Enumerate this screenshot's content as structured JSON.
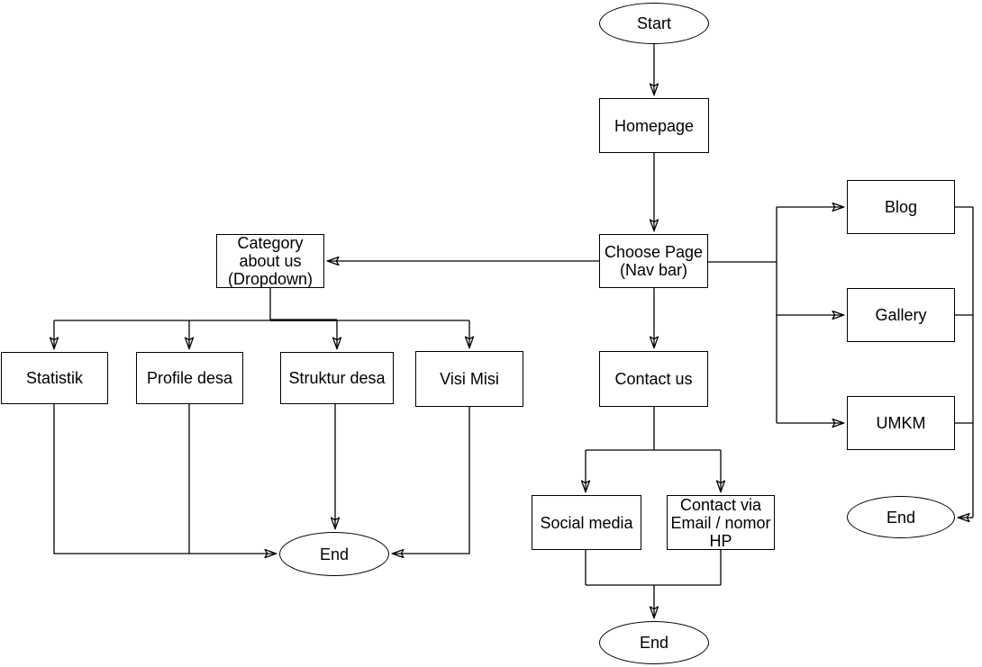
{
  "canvas": {
    "background_color": "#ffffff",
    "stroke_color": "#000000",
    "text_color": "#000000"
  },
  "nodes": {
    "start": {
      "label": "Start",
      "shape": "ellipse"
    },
    "homepage": {
      "label": "Homepage",
      "shape": "rect"
    },
    "choose_page": {
      "label": "Choose Page\n(Nav bar)",
      "shape": "rect"
    },
    "category_about_us": {
      "label": "Category\nabout us\n(Dropdown)",
      "shape": "rect"
    },
    "statistik": {
      "label": "Statistik",
      "shape": "rect"
    },
    "profile_desa": {
      "label": "Profile desa",
      "shape": "rect"
    },
    "struktur_desa": {
      "label": "Struktur desa",
      "shape": "rect"
    },
    "visi_misi": {
      "label": "Visi Misi",
      "shape": "rect"
    },
    "end_left": {
      "label": "End",
      "shape": "ellipse"
    },
    "contact_us": {
      "label": "Contact us",
      "shape": "rect"
    },
    "social_media": {
      "label": "Social media",
      "shape": "rect"
    },
    "contact_via_email": {
      "label": "Contact via\nEmail / nomor\nHP",
      "shape": "rect"
    },
    "end_bottom": {
      "label": "End",
      "shape": "ellipse"
    },
    "blog": {
      "label": "Blog",
      "shape": "rect"
    },
    "gallery": {
      "label": "Gallery",
      "shape": "rect"
    },
    "umkm": {
      "label": "UMKM",
      "shape": "rect"
    },
    "end_right": {
      "label": "End",
      "shape": "ellipse"
    }
  },
  "edges": [
    {
      "from": "start",
      "to": "homepage"
    },
    {
      "from": "homepage",
      "to": "choose_page"
    },
    {
      "from": "choose_page",
      "to": "category_about_us"
    },
    {
      "from": "choose_page",
      "to": "contact_us"
    },
    {
      "from": "choose_page",
      "to": "blog"
    },
    {
      "from": "choose_page",
      "to": "gallery"
    },
    {
      "from": "choose_page",
      "to": "umkm"
    },
    {
      "from": "category_about_us",
      "to": "statistik"
    },
    {
      "from": "category_about_us",
      "to": "profile_desa"
    },
    {
      "from": "category_about_us",
      "to": "struktur_desa"
    },
    {
      "from": "category_about_us",
      "to": "visi_misi"
    },
    {
      "from": "statistik",
      "to": "end_left"
    },
    {
      "from": "profile_desa",
      "to": "end_left"
    },
    {
      "from": "struktur_desa",
      "to": "end_left"
    },
    {
      "from": "visi_misi",
      "to": "end_left"
    },
    {
      "from": "contact_us",
      "to": "social_media"
    },
    {
      "from": "contact_us",
      "to": "contact_via_email"
    },
    {
      "from": "social_media",
      "to": "end_bottom"
    },
    {
      "from": "contact_via_email",
      "to": "end_bottom"
    },
    {
      "from": "blog",
      "to": "end_right"
    },
    {
      "from": "gallery",
      "to": "end_right"
    },
    {
      "from": "umkm",
      "to": "end_right"
    }
  ]
}
